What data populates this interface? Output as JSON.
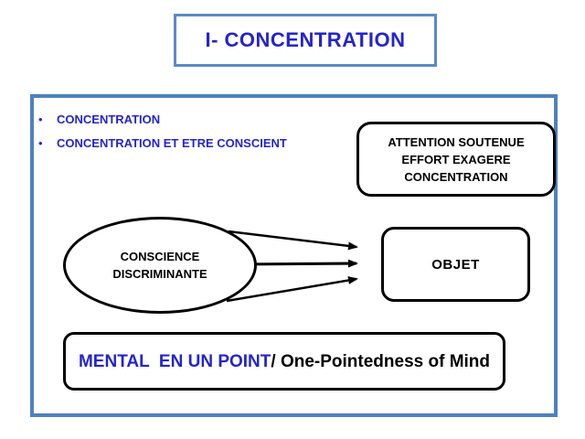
{
  "slide": {
    "title": "I- CONCENTRATION",
    "bullets": [
      "CONCENTRATION",
      "CONCENTRATION ET ETRE CONSCIENT"
    ],
    "bullet_glyph": "•",
    "attention_box": {
      "lines": [
        "ATTENTION SOUTENUE",
        "EFFORT EXAGERE",
        "CONCENTRATION"
      ]
    },
    "ellipse": {
      "lines": [
        "CONSCIENCE",
        "DISCRIMINANTE"
      ]
    },
    "objet_box": {
      "label": "OBJET"
    },
    "bottom_box": {
      "highlight": "MENTAL  EN UN POINT",
      "rest": "/ One-Pointedness of Mind"
    },
    "colors": {
      "blue_text": "#2424cc",
      "outer_border": "#4f81bd",
      "title_border": "#5b8ac6",
      "shape_border": "#000000",
      "background": "#ffffff"
    }
  }
}
